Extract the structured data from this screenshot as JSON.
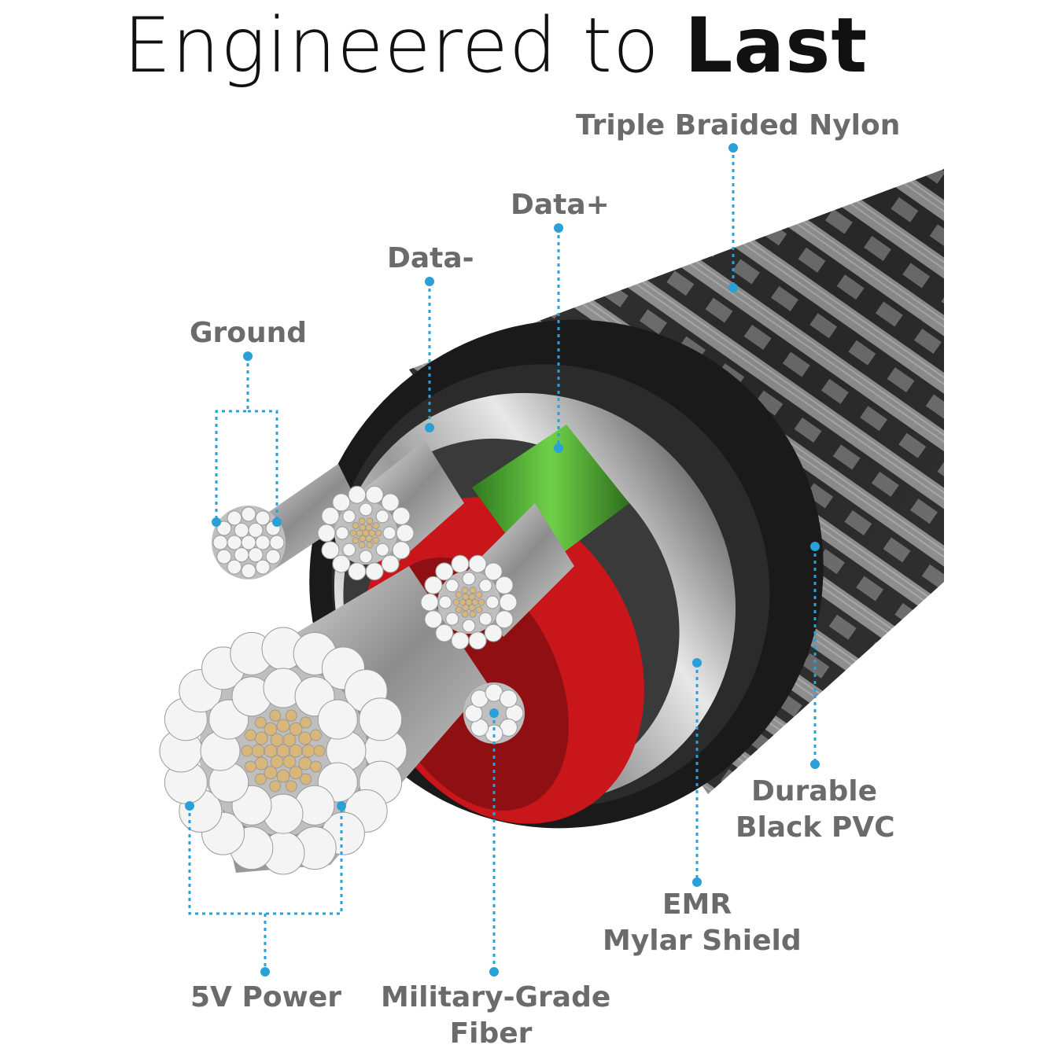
{
  "title": {
    "regular": "Engineered to ",
    "bold": "Last"
  },
  "labels": {
    "triple_braided_nylon": "Triple Braided Nylon",
    "data_plus": "Data+",
    "data_minus": "Data-",
    "ground": "Ground",
    "durable_black_pvc": [
      "Durable",
      "Black PVC"
    ],
    "emr_mylar_shield": [
      "EMR",
      "Mylar Shield"
    ],
    "five_v_power": "5V Power",
    "military_grade_fiber": [
      "Military-Grade",
      "Fiber"
    ]
  },
  "colors": {
    "callout": "#2aa0d8",
    "label_text": "#6b6b6b",
    "braid_dark": "#2a2a2a",
    "pvc": "#1a1a1a",
    "shield_silver": "#c8c8c8",
    "red_core": "#c8161b",
    "green_core": "#4aa52e",
    "copper": "#d9b77a"
  }
}
